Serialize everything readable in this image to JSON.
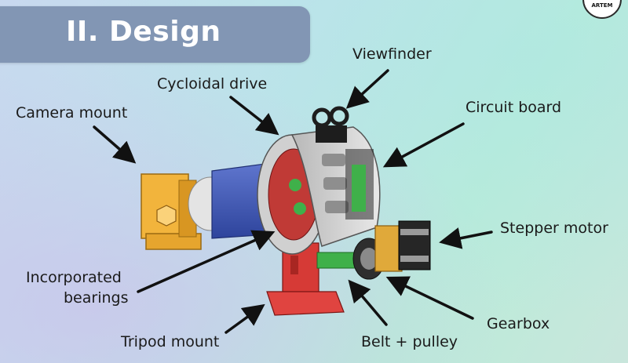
{
  "slide": {
    "title": "II. Design",
    "logo_text": "ARTEM"
  },
  "labels": {
    "viewfinder": "Viewfinder",
    "cycloidal_drive": "Cycloidal drive",
    "camera_mount": "Camera mount",
    "circuit_board": "Circuit board",
    "stepper_motor": "Stepper motor",
    "incorporated_bearings_line1": "Incorporated",
    "incorporated_bearings_line2": "bearings",
    "gearbox": "Gearbox",
    "tripod_mount": "Tripod mount",
    "belt_pulley": "Belt + pulley"
  },
  "colors": {
    "banner": "#8296b4",
    "camera_mount": "#f2b43c",
    "barrel": "#3e58b8",
    "tripod_mount": "#d63a36",
    "gears": "#3fb04a",
    "housing": "#c9c9c9",
    "viewfinder": "#1d1d1d",
    "motor_brass": "#e0a93a"
  }
}
